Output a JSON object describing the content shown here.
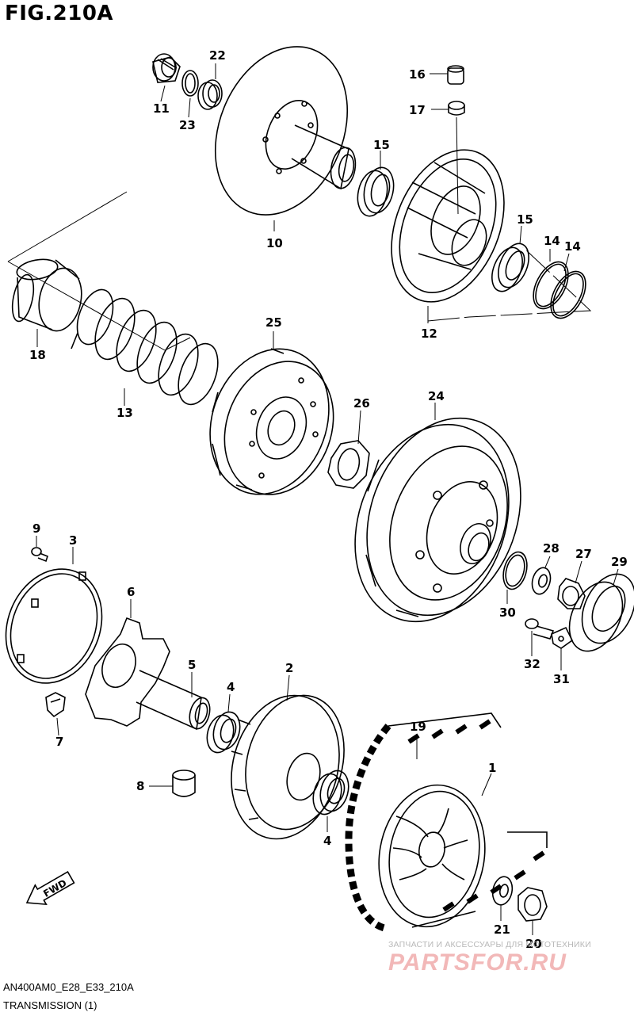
{
  "header": {
    "fig_title": "FIG.210A"
  },
  "footer": {
    "model_code": "AN400AM0_E28_E33_210A",
    "caption": "TRANSMISSION (1)"
  },
  "watermark": {
    "subtitle": "ЗАПЧАСТИ И АКСЕССУАРЫ ДЛЯ МОТОТЕХНИКИ",
    "logo_text": "PARTSFOR.RU",
    "color": "#f2b8b8"
  },
  "direction_arrow": {
    "label": "FWD",
    "icon": "arrow-left-icon"
  },
  "callouts": {
    "p11": "11",
    "p22": "22",
    "p23": "23",
    "p10": "10",
    "p16": "16",
    "p17": "17",
    "p15a": "15",
    "p15b": "15",
    "p14a": "14",
    "p14b": "14",
    "p12": "12",
    "p18": "18",
    "p13": "13",
    "p25": "25",
    "p26": "26",
    "p24": "24",
    "p9": "9",
    "p3": "3",
    "p6": "6",
    "p5": "5",
    "p7": "7",
    "p4a": "4",
    "p2": "2",
    "p8": "8",
    "p4b": "4",
    "p28": "28",
    "p27": "27",
    "p29": "29",
    "p30": "30",
    "p32": "32",
    "p31": "31",
    "p19": "19",
    "p1": "1",
    "p21": "21",
    "p20": "20"
  }
}
